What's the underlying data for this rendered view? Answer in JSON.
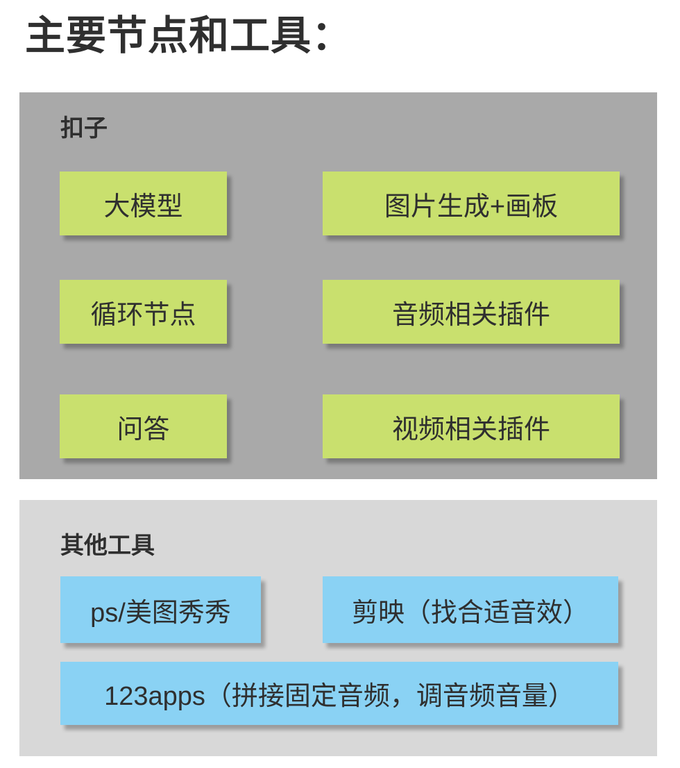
{
  "title": "主要节点和工具：",
  "colors": {
    "page_bg": "#ffffff",
    "panel_coze_bg": "#a9a9a9",
    "panel_other_bg": "#d8d8d8",
    "green_box": "#c9e06e",
    "blue_box": "#8ad2f4",
    "text": "#2f2f2f"
  },
  "sections": [
    {
      "label": "扣子",
      "items": [
        {
          "label": "大模型"
        },
        {
          "label": "图片生成+画板"
        },
        {
          "label": "循环节点"
        },
        {
          "label": "音频相关插件"
        },
        {
          "label": "问答"
        },
        {
          "label": "视频相关插件"
        }
      ]
    },
    {
      "label": "其他工具",
      "items": [
        {
          "label": "ps/美图秀秀"
        },
        {
          "label": "剪映（找合适音效）"
        },
        {
          "label": "123apps（拼接固定音频，调音频音量）"
        }
      ]
    }
  ]
}
